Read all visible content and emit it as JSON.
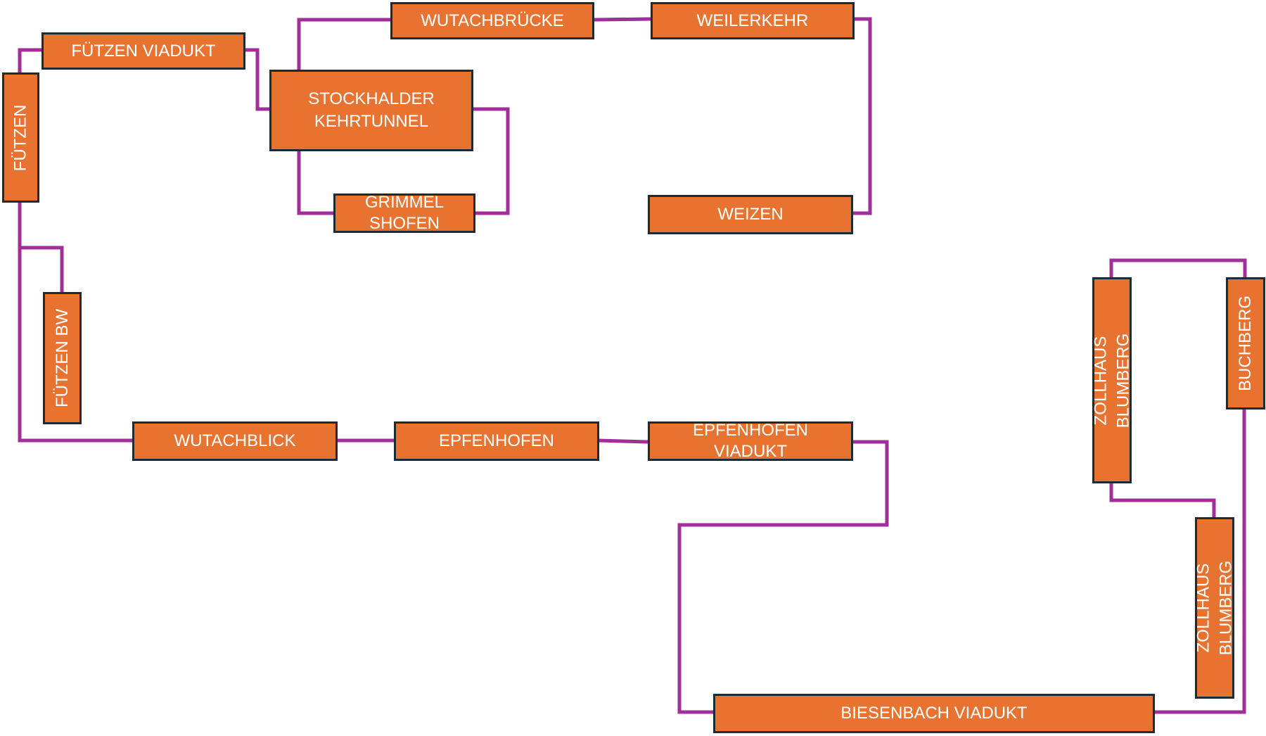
{
  "colors": {
    "node_fill": "#e87331",
    "node_border": "#1d2b33",
    "node_text": "#ffffff",
    "connector": "#a02f9a",
    "background": "#ffffff"
  },
  "nodes": {
    "wutachbruecke": "WUTACHBRÜCKE",
    "weilerkehr": "WEILERKEHR",
    "fuetzen_viadukt": "FÜTZEN VIADUKT",
    "stockhalder_kehrtunnel": "STOCKHALDER\nKEHRTUNNEL",
    "fuetzen": "FÜTZEN",
    "grimmelshofen": "GRIMMEL\nSHOFEN",
    "weizen": "WEIZEN",
    "fuetzen_bw": "FÜTZEN BW",
    "wutachblick": "WUTACHBLICK",
    "epfenhofen": "EPFENHOFEN",
    "epfenhofen_viadukt": "EPFENHOFEN\nVIADUKT",
    "zollhaus_blumberg_1": "ZOLLHAUS\nBLUMBERG",
    "buchberg": "BUCHBERG",
    "zollhaus_blumberg_2": "ZOLLHAUS\nBLUMBERG",
    "biesenbach_viadukt": "BIESENBACH VIADUKT"
  }
}
